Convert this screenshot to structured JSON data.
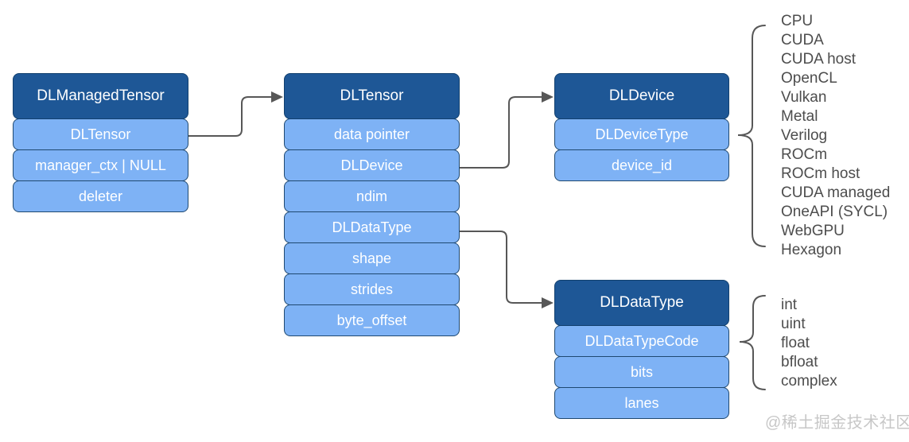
{
  "diagram": {
    "boxes": {
      "dlmanagedtensor": {
        "title": "DLManagedTensor",
        "fields": [
          "DLTensor",
          "manager_ctx | NULL",
          "deleter"
        ]
      },
      "dltensor": {
        "title": "DLTensor",
        "fields": [
          "data pointer",
          "DLDevice",
          "ndim",
          "DLDataType",
          "shape",
          "strides",
          "byte_offset"
        ]
      },
      "dldevice": {
        "title": "DLDevice",
        "fields": [
          "DLDeviceType",
          "device_id"
        ]
      },
      "dldatatype": {
        "title": "DLDataType",
        "fields": [
          "DLDataTypeCode",
          "bits",
          "lanes"
        ]
      }
    },
    "device_types": [
      "CPU",
      "CUDA",
      "CUDA host",
      "OpenCL",
      "Vulkan",
      "Metal",
      "Verilog",
      "ROCm",
      "ROCm host",
      "CUDA managed",
      "OneAPI (SYCL)",
      "WebGPU",
      "Hexagon"
    ],
    "data_type_codes": [
      "int",
      "uint",
      "float",
      "bfloat",
      "complex"
    ],
    "watermark": "@稀土掘金技术社区",
    "colors": {
      "header_fill": "#1E5796",
      "header_border": "#12406E",
      "field_fill": "#7EB2F5",
      "box_border": "#1F4971",
      "connector": "#575757",
      "list_text": "#4D4D4D",
      "watermark": "#C7C7C7"
    }
  }
}
